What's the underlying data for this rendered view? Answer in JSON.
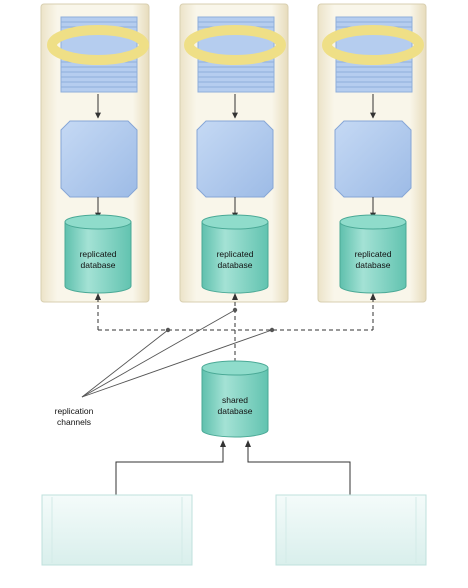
{
  "nodes": {
    "replicated_db_label_line1": "replicated",
    "replicated_db_label_line2": "database",
    "shared_db_label_line1": "shared",
    "shared_db_label_line2": "database"
  },
  "annotations": {
    "channels_line1": "replication",
    "channels_line2": "channels"
  },
  "colors": {
    "panel_fill": "#f7f3e3",
    "panel_edge": "#dcd3b6",
    "server_fill": "#a9c5ec",
    "server_edge": "#7d9fcf",
    "db_fill": "#7fd3c2",
    "db_edge": "#4fae9b",
    "ring": "#f0e08a",
    "client_fill": "#e8f5f4",
    "line": "#333333"
  }
}
